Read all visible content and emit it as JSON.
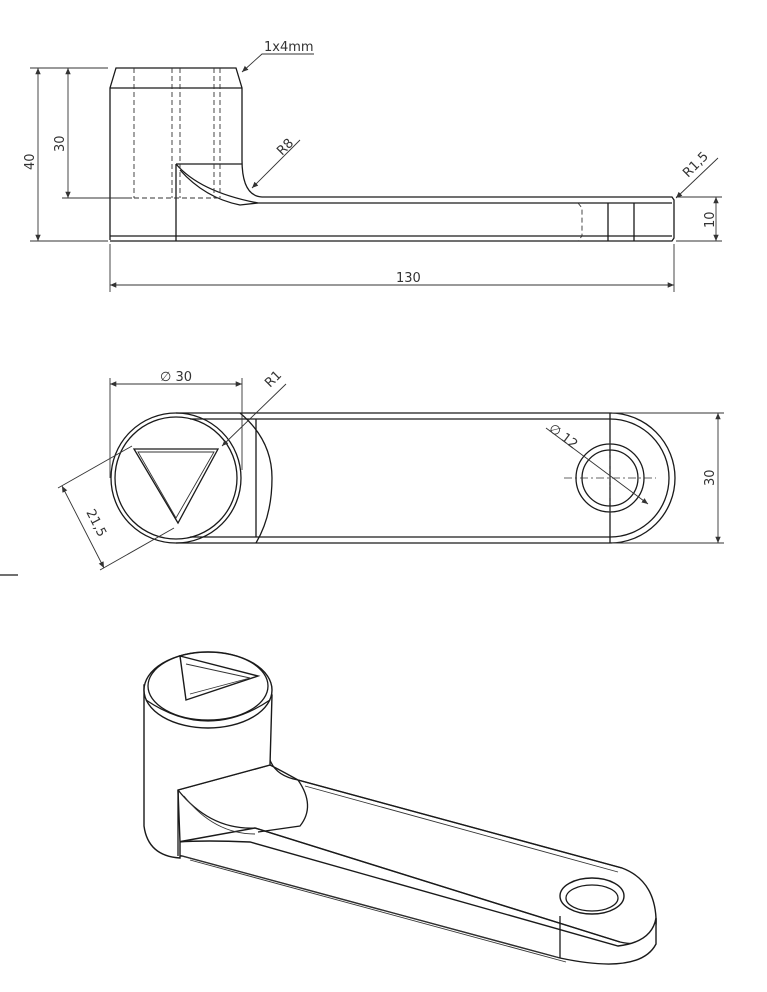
{
  "front_view": {
    "chamfer": "1x4mm",
    "fillet_radius": "R8",
    "end_radius": "R1,5",
    "height_total": "40",
    "height_boss": "30",
    "arm_thickness": "10",
    "length": "130"
  },
  "top_view": {
    "boss_diameter": "∅ 30",
    "corner_radius": "R1",
    "triangle_size": "21,5",
    "hole_diameter": "∅ 12",
    "width": "30"
  },
  "isometric_view": {}
}
